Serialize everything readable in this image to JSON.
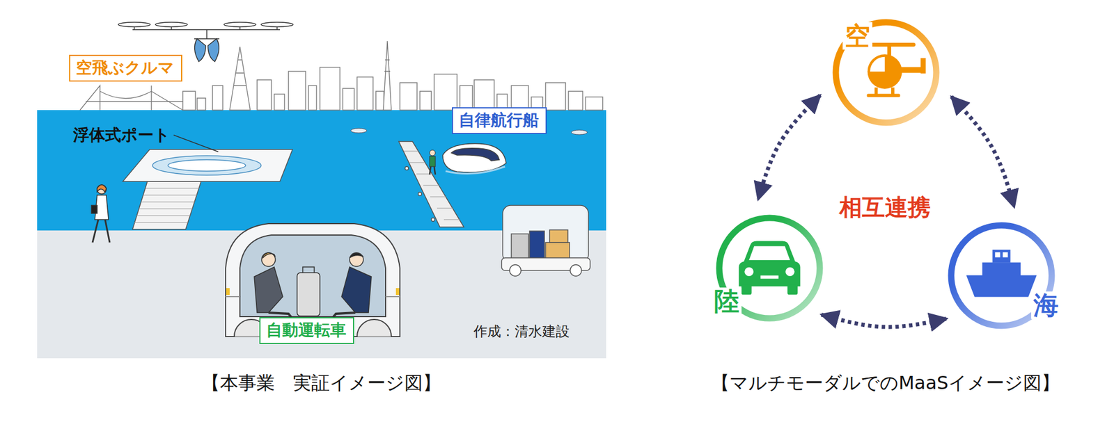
{
  "diagram": {
    "nodes": [
      {
        "text": [
          "空飛ぶクルマ"
        ]
      },
      {
        "text": [
          "自律航行船"
        ]
      },
      {
        "text": [
          "自動運転車"
        ]
      },
      {
        "text": [
          "空"
        ]
      },
      {
        "text": [
          "陸"
        ]
      },
      {
        "text": [
          "海"
        ]
      }
    ],
    "edges": [
      {
        "from": 3,
        "to": 4,
        "arrow": "both"
      },
      {
        "from": 3,
        "to": 5,
        "arrow": "both"
      },
      {
        "from": 4,
        "to": 5,
        "arrow": "both"
      }
    ],
    "labels": [
      "浮体式ポート",
      "作成：清水建設",
      "【本事業　実証イメージ図】",
      "相互連携",
      "【マルチモーダルでのMaaSイメージ図】"
    ]
  }
}
